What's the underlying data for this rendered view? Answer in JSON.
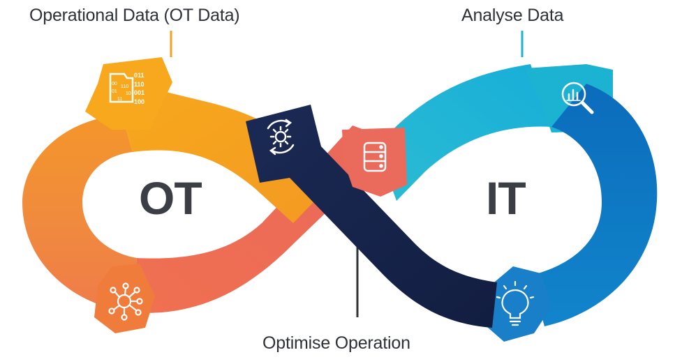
{
  "labels": {
    "ot_data": "Operational Data (OT Data)",
    "analyse": "Analyse Data",
    "optimise": "Optimise Operation"
  },
  "center": {
    "ot": "OT",
    "it": "IT"
  },
  "binary_digits": [
    "011",
    "00",
    "110",
    "110",
    "01",
    "10",
    "001",
    "11",
    "100"
  ],
  "colors": {
    "orange_light": "#f6a11e",
    "orange_mid": "#f0803a",
    "salmon": "#ec6b5a",
    "cyan": "#1cb3d3",
    "blue": "#0d73c0",
    "navy": "#1a2750",
    "text": "#2e3136"
  },
  "icons": [
    "binary-data-icon",
    "gear-cycle-icon",
    "database-icon",
    "analytics-search-icon",
    "network-hub-icon",
    "lightbulb-icon"
  ]
}
